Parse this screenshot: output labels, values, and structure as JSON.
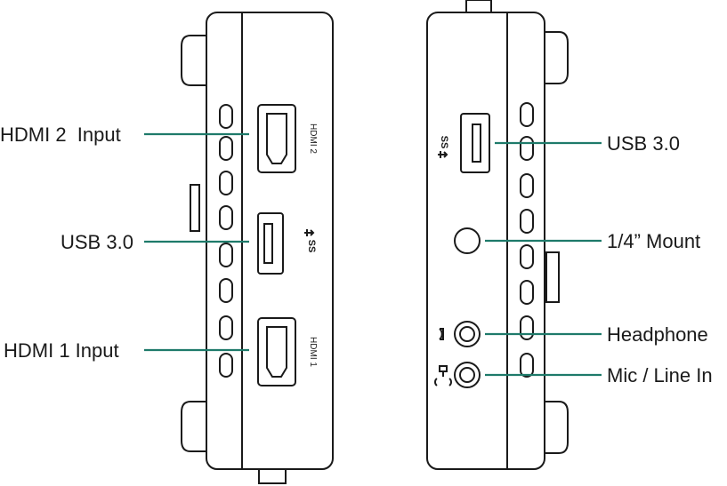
{
  "colors": {
    "outline": "#1a1a1a",
    "leader": "#1e7a6a",
    "background": "#ffffff"
  },
  "left_side": {
    "callouts": {
      "hdmi2": "HDMI 2  Input",
      "usb": "USB 3.0",
      "hdmi1": "HDMI 1 Input"
    },
    "port_labels": {
      "hdmi2": "HDMI 2",
      "hdmi1": "HDMI 1",
      "usb": "SS"
    },
    "vent_slots": 8
  },
  "right_side": {
    "callouts": {
      "usb": "USB 3.0",
      "mount": "1/4” Mount",
      "headphone": "Headphone",
      "mic": "Mic / Line In"
    },
    "port_labels": {
      "usb": "SS"
    },
    "icons": [
      "usb-ss-icon",
      "headphone-icon",
      "mic-line-in-icon"
    ],
    "vent_slots": 8
  }
}
